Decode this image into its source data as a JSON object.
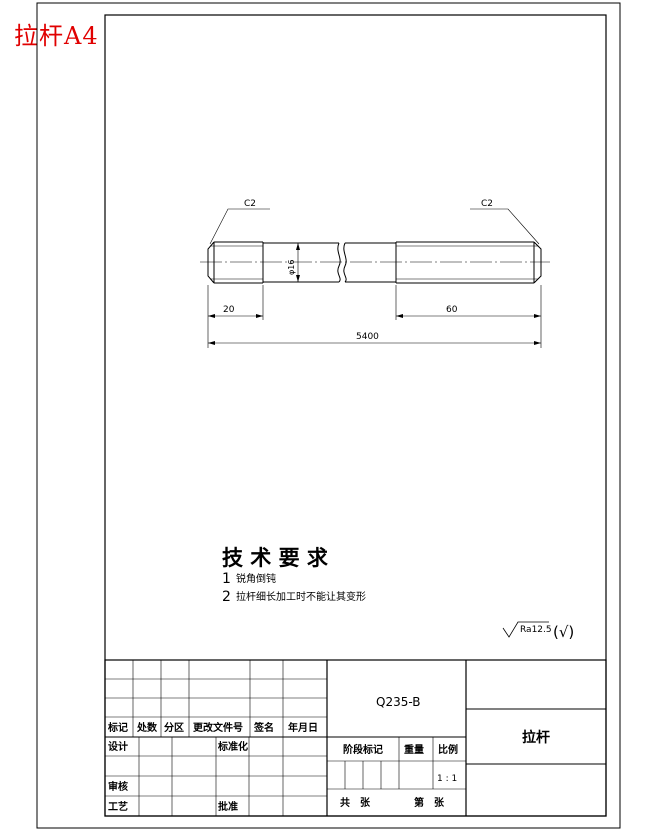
{
  "corner_label": "拉杆A4",
  "part_drawing": {
    "chamfer_left": "C2",
    "chamfer_right": "C2",
    "diameter": "φ16",
    "dim_left_thread": "20",
    "dim_right_thread": "60",
    "dim_total": "5400"
  },
  "tech_requirements": {
    "title": "技 术 要 求",
    "items": [
      {
        "num": "1",
        "text": "锐角倒钝"
      },
      {
        "num": "2",
        "text": "拉杆细长加工时不能让其变形"
      }
    ]
  },
  "roughness": {
    "value": "Ra12.5",
    "note": "(√)"
  },
  "title_block": {
    "headers": [
      "标记",
      "处数",
      "分区",
      "更改文件号",
      "签名",
      "年月日"
    ],
    "roles": {
      "design": "设计",
      "standardize": "标准化",
      "check": "审核",
      "process": "工艺",
      "approve": "批准"
    },
    "material": "Q235-B",
    "part_name": "拉杆",
    "stage_label": "阶段标记",
    "weight_label": "重量",
    "scale_label": "比例",
    "scale_value": "1 : 1",
    "total_sheets": "共　张",
    "sheet_no": "第　张"
  }
}
